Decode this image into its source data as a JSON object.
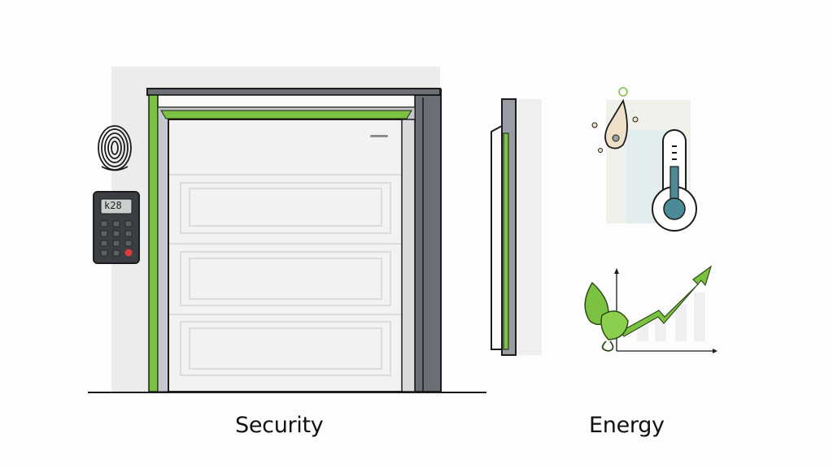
{
  "labels": {
    "security": "Security",
    "energy": "Energy"
  },
  "keypad": {
    "display": "k28",
    "keys": [
      "",
      "",
      "",
      "",
      "",
      "",
      "",
      "",
      "",
      "",
      "",
      ""
    ]
  },
  "icons": {
    "fingerprint": "fingerprint-icon",
    "keypad": "keypad-icon",
    "garage_door": "garage-door-icon",
    "weather_seal": "weather-seal-icon",
    "droplet": "droplet-icon",
    "thermometer": "thermometer-icon",
    "leaf": "leaf-icon",
    "growth_arrow": "growth-arrow-icon"
  },
  "colors": {
    "accent_green": "#7cc242",
    "dark_frame": "#6b6f75",
    "outline": "#1c1c1c",
    "door_panel": "#f2f2f2",
    "wall": "#ececec",
    "thermo_teal": "#4b8a96",
    "droplet_tan": "#efe1c9",
    "background": "#fdfdfd"
  }
}
